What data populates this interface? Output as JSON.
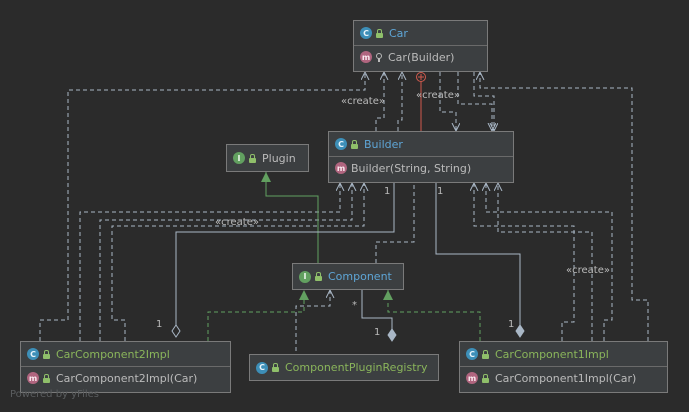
{
  "nodes": {
    "car": {
      "name": "Car",
      "badge": "C",
      "method_badge": "m",
      "method": "Car(Builder)"
    },
    "plugin": {
      "name": "Plugin",
      "badge": "I"
    },
    "builder": {
      "name": "Builder",
      "badge": "C",
      "method_badge": "m",
      "method": "Builder(String, String)"
    },
    "component": {
      "name": "Component",
      "badge": "I"
    },
    "comp2": {
      "name": "CarComponent2Impl",
      "badge": "C",
      "method_badge": "m",
      "method": "CarComponent2Impl(Car)"
    },
    "registry": {
      "name": "ComponentPluginRegistry",
      "badge": "C"
    },
    "comp1": {
      "name": "CarComponent1Impl",
      "badge": "C",
      "method_badge": "m",
      "method": "CarComponent1Impl(Car)"
    }
  },
  "labels": {
    "create_car_left": "«create»",
    "create_car_right": "«create»",
    "create_builder": "«create»",
    "create_comp1": "«create»"
  },
  "multiplicities": {
    "builder_left": "1",
    "builder_right": "1",
    "comp2_end": "1",
    "registry_star": "*",
    "registry_end": "1",
    "comp1_end": "1"
  },
  "footer": "Powered by yFiles",
  "colors": {
    "background": "#2b2b2b",
    "node_fill": "#3c3f41",
    "dependency": "#a9b7c6",
    "realization": "#62a060",
    "inner_class": "#d05a4e"
  }
}
